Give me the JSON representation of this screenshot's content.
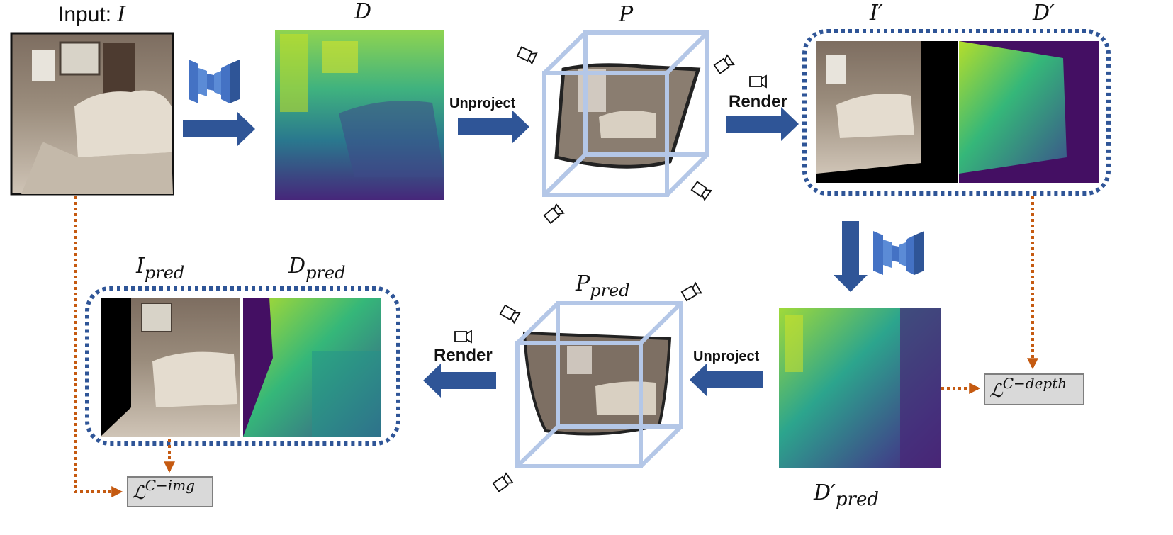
{
  "labels": {
    "input_prefix": "Input: ",
    "input_symbol": "I",
    "depth": "D",
    "pointcloud": "P",
    "rendered_image": "I′",
    "rendered_depth": "D′",
    "pred_depth_base": "D′",
    "pred_depth_sub": "pred",
    "pred_cloud_base": "P",
    "pred_cloud_sub": "pred",
    "pred_image_base": "I",
    "pred_image_sub": "pred",
    "pred_depth2_base": "D",
    "pred_depth2_sub": "pred"
  },
  "operations": {
    "unproject_top": "Unproject",
    "render_top": "Render",
    "unproject_bottom": "Unproject",
    "render_bottom": "Render"
  },
  "losses": {
    "depth_base": "ℒ",
    "depth_sup": "C−depth",
    "img_base": "ℒ",
    "img_sup": "C−img"
  },
  "colors": {
    "arrow_blue": "#2f5597",
    "dotted_orange": "#c55a11",
    "cube_edge": "#b4c7e7",
    "box_border": "#2f5597",
    "loss_fill": "#d9d9d9",
    "network_blue": "#4472c4"
  },
  "icons": [
    "camera-icon",
    "network-icon"
  ]
}
